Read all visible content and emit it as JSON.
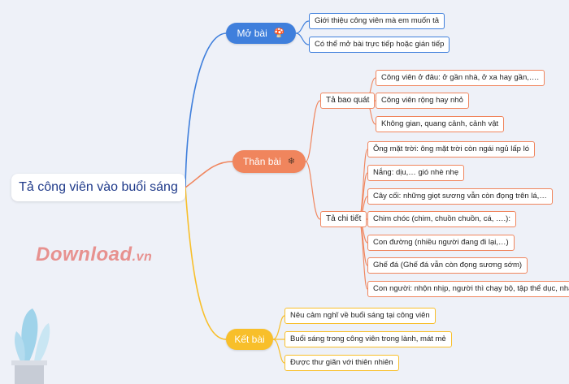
{
  "root": {
    "title": "Tả công viên vào buổi sáng"
  },
  "branches": {
    "mo_bai": {
      "label": "Mở bài",
      "icon": "mushroom-icon",
      "leaves": [
        "Giới thiệu công viên mà em muốn tả",
        "Có thể mở bài trực tiếp hoặc gián tiếp"
      ]
    },
    "than_bai": {
      "label": "Thân bài",
      "icon": "snowflake-icon",
      "ta_bao_quat": {
        "label": "Tả bao quát",
        "leaves": [
          "Công viên ở đâu: ở gần nhà, ở xa hay gần,….",
          "Công viên rộng hay nhỏ",
          "Không gian, quang cảnh, cảnh vật"
        ]
      },
      "ta_chi_tiet": {
        "label": "Tả chi tiết",
        "leaves": [
          "Ông mặt trời: ông mặt trời còn ngái ngủ lấp ló",
          "Nắng: dịu,… gió nhè nhẹ",
          "Cây cối: những giọt sương vẫn còn đọng trên lá,…",
          "Chim chóc (chim, chuồn chuồn, cá, ….):",
          "Con đường (nhiều người đang đi lại,…)",
          "Ghế đá (Ghế đá vẫn còn đọng sương sớm)",
          "Con người: nhộn nhịp, người thì chạy bộ, tập thể dục, nhảy"
        ]
      }
    },
    "ket_bai": {
      "label": "Kết bài",
      "leaves": [
        "Nêu cảm nghĩ về buổi sáng tại công viên",
        "Buổi sáng trong công viên trong lành, mát mẻ",
        "Được thư giãn với thiên nhiên"
      ]
    }
  },
  "watermark": {
    "brand": "Download",
    "suffix": ".vn"
  },
  "colors": {
    "blue": "#3f7fdc",
    "orange": "#f0855d",
    "yellow": "#f8bf2a",
    "background": "#eef1f8"
  }
}
